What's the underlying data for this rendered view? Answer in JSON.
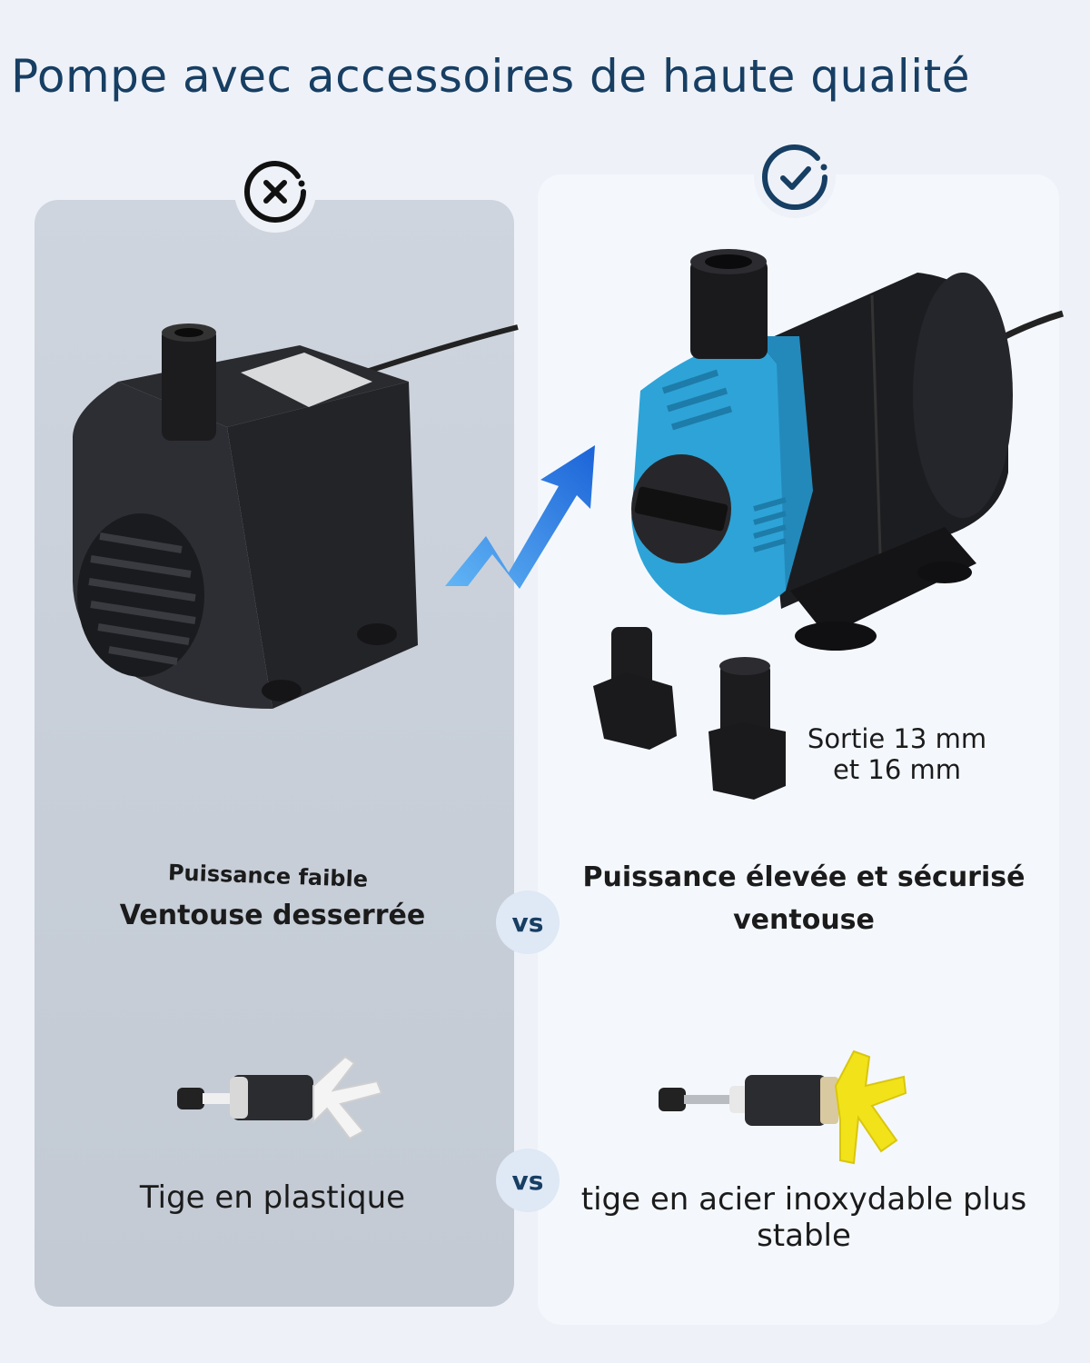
{
  "header": {
    "title": "Pompe avec accessoires de haute qualité"
  },
  "left": {
    "badge_icon": "x-circle-icon",
    "feature_line1": "Puissance faible",
    "feature_line2": "Ventouse desserrée",
    "shaft_label": "Tige en plastique"
  },
  "right": {
    "badge_icon": "check-circle-icon",
    "outlet_line1": "Sortie 13 mm",
    "outlet_line2": "et 16 mm",
    "feature_line1": "Puissance élevée et sécurisé",
    "feature_line2": "ventouse",
    "shaft_label": "tige en acier inoxydable plus stable"
  },
  "vs_label": "vs",
  "colors": {
    "title": "#173e63",
    "accent_blue": "#2c9bd6",
    "pump_black": "#1e1f22",
    "impeller_yellow": "#f2e21a"
  }
}
